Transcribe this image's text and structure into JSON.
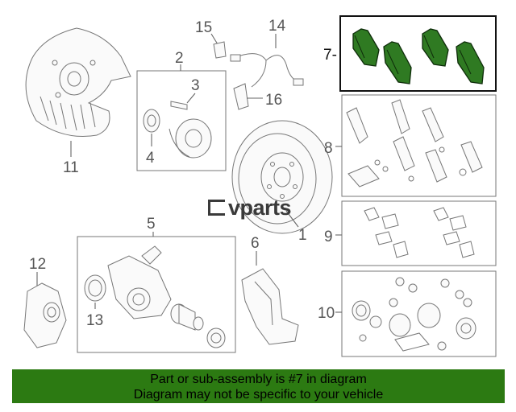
{
  "callouts": {
    "c1": "1",
    "c2": "2",
    "c3": "3",
    "c4": "4",
    "c5": "5",
    "c6": "6",
    "c7": "7-",
    "c8": "8",
    "c9": "9",
    "c10": "10",
    "c11": "11",
    "c12": "12",
    "c13": "13",
    "c14": "14",
    "c15": "15",
    "c16": "16"
  },
  "highlight_color": "#2c7a12",
  "watermark": "vparts",
  "banner": {
    "line1": "Part or sub-assembly is #7 in diagram",
    "line2": "Diagram may not be specific to your vehicle"
  }
}
